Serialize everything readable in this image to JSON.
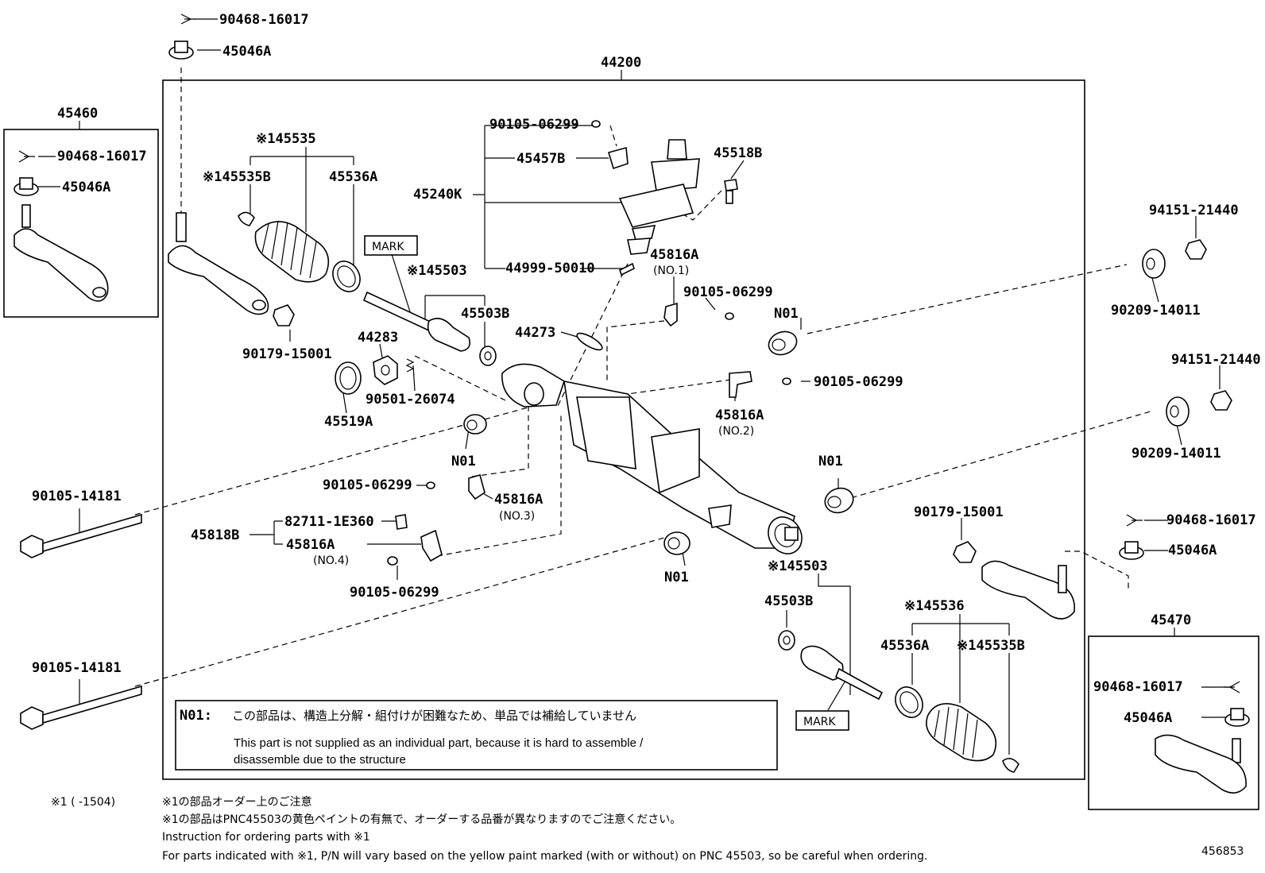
{
  "labels": {
    "p90468_top": "90468-16017",
    "p45046A_top": "45046A",
    "p45460": "45460",
    "p90468_left": "90468-16017",
    "p45046A_left": "45046A",
    "p44200": "44200",
    "p45535": "※145535",
    "p45535B_left": "※145535B",
    "p45536A_left": "45536A",
    "mark_top": "MARK",
    "p45503_top": "※145503",
    "p45503B_top": "45503B",
    "p90179_left": "90179-15001",
    "p44283": "44283",
    "p90501": "90501-26074",
    "p45519A": "45519A",
    "p90105_top": "90105-06299",
    "p45457B": "45457B",
    "p45240K": "45240K",
    "p44999": "44999-50010",
    "p45518B": "45518B",
    "p45816A_no1": "45816A",
    "no1": "(NO.1)",
    "p90105_no1": "90105-06299",
    "p44273": "44273",
    "n01_a": "N01",
    "p90105_no2": "90105-06299",
    "p45816A_no2": "45816A",
    "no2": "(NO.2)",
    "n01_b": "N01",
    "p90105_no3": "90105-06299",
    "p45816A_no3": "45816A",
    "no3": "(NO.3)",
    "p45818B": "45818B",
    "p82711": "82711-1E360",
    "p45816A_no4": "45816A",
    "no4": "(NO.4)",
    "p90105_no4": "90105-06299",
    "n01_c": "N01",
    "n01_d": "N01",
    "p94151_a": "94151-21440",
    "p90209_a": "90209-14011",
    "p94151_b": "94151-21440",
    "p90209_b": "90209-14011",
    "p90468_right": "90468-16017",
    "p45046A_right": "45046A",
    "p90179_right": "90179-15001",
    "p45503_bottom": "※145503",
    "p45503B_bottom": "45503B",
    "p45536": "※145536",
    "p45536A_right": "45536A",
    "p45535B_right": "※145535B",
    "mark_bottom": "MARK",
    "p45470": "45470",
    "p90468_br": "90468-16017",
    "p45046A_br": "45046A",
    "p90105_14181_a": "90105-14181",
    "p90105_14181_b": "90105-14181"
  },
  "note": {
    "key": "N01:",
    "jp": "この部品は、構造上分解・組付けが困難なため、単品では補給していません",
    "en1": "This part is not supplied as an individual part, because it is hard to assemble /",
    "en2": "disassemble  due to the structure"
  },
  "footer": {
    "line1_prefix": "※1 (      -1504)",
    "line1": "※1の部品オーダー上のご注意",
    "line2": "※1の部品はPNC45503の黄色ペイントの有無で、オーダーする品番が異なりますのでご注意ください。",
    "line3": "Instruction for ordering parts with ※1",
    "line4": "For parts indicated with ※1, P/N will vary based on the yellow paint marked (with or without) on PNC 45503, so be careful when ordering.",
    "diagram_id": "456853"
  }
}
